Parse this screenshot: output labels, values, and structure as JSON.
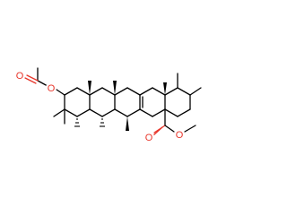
{
  "structure": {
    "atom_labels": [
      {
        "id": "ester-ether-oxygen",
        "text": "O"
      },
      {
        "id": "ester-carbonyl-oxygen",
        "text": "O"
      },
      {
        "id": "acetoxy-ether-oxygen",
        "text": "O"
      },
      {
        "id": "acetoxy-carbonyl-oxygen",
        "text": "O"
      }
    ],
    "colors": {
      "bond": "#000000",
      "heteroatom_oxygen": "#e8362b",
      "background": "#ffffff"
    }
  }
}
